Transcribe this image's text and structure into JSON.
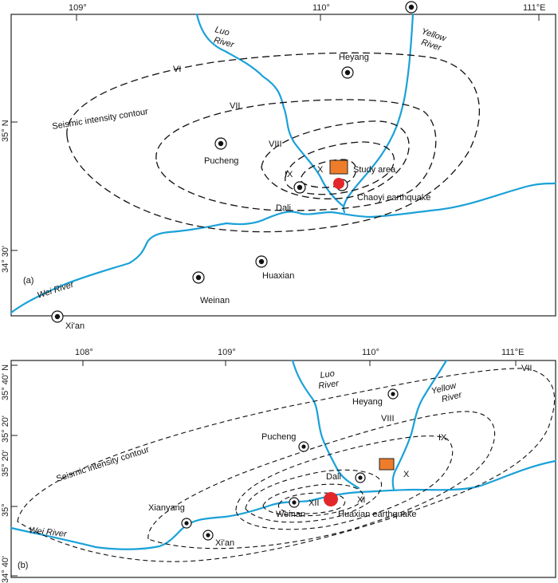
{
  "panel_a": {
    "label": "(a)",
    "lon_ticks": [
      "109°",
      "110°",
      "111°E"
    ],
    "lat_ticks": [
      "35° N",
      "34° 30'"
    ],
    "rivers": {
      "luo": "Luo\nRiver",
      "yellow": "Yellow\nRiver",
      "wei": "Wei River"
    },
    "contour_label": "Seismic intensity contour",
    "intensity": [
      "VI",
      "VII",
      "VIII",
      "IX",
      "X"
    ],
    "cities": [
      "Heyang",
      "Pucheng",
      "Dali",
      "Huaxian",
      "Weinan",
      "Xi'an"
    ],
    "study_area": "Study area",
    "earthquake": "Chaoyi earthquake"
  },
  "panel_b": {
    "label": "(b)",
    "lon_ticks": [
      "108°",
      "109°",
      "110°",
      "111°E"
    ],
    "lat_ticks": [
      "35° 40' N",
      "35° 20'",
      "35° 20'",
      "35°",
      "34° 40'"
    ],
    "rivers": {
      "luo": "Luo\nRiver",
      "yellow": "Yellow\nRiver",
      "wei": "Wei River"
    },
    "contour_label": "Seismic intensity contour",
    "intensity": [
      "VII",
      "VIII",
      "IX",
      "X",
      "XI",
      "XII"
    ],
    "cities": [
      "Heyang",
      "Pucheng",
      "Dali",
      "Xianyang",
      "Weinan",
      "Xi'an"
    ],
    "earthquake": "Huaxian earthquake"
  },
  "colors": {
    "river": "#1aa1d8",
    "study_area": "#ee7d2b",
    "epicenter": "#e3262a"
  }
}
